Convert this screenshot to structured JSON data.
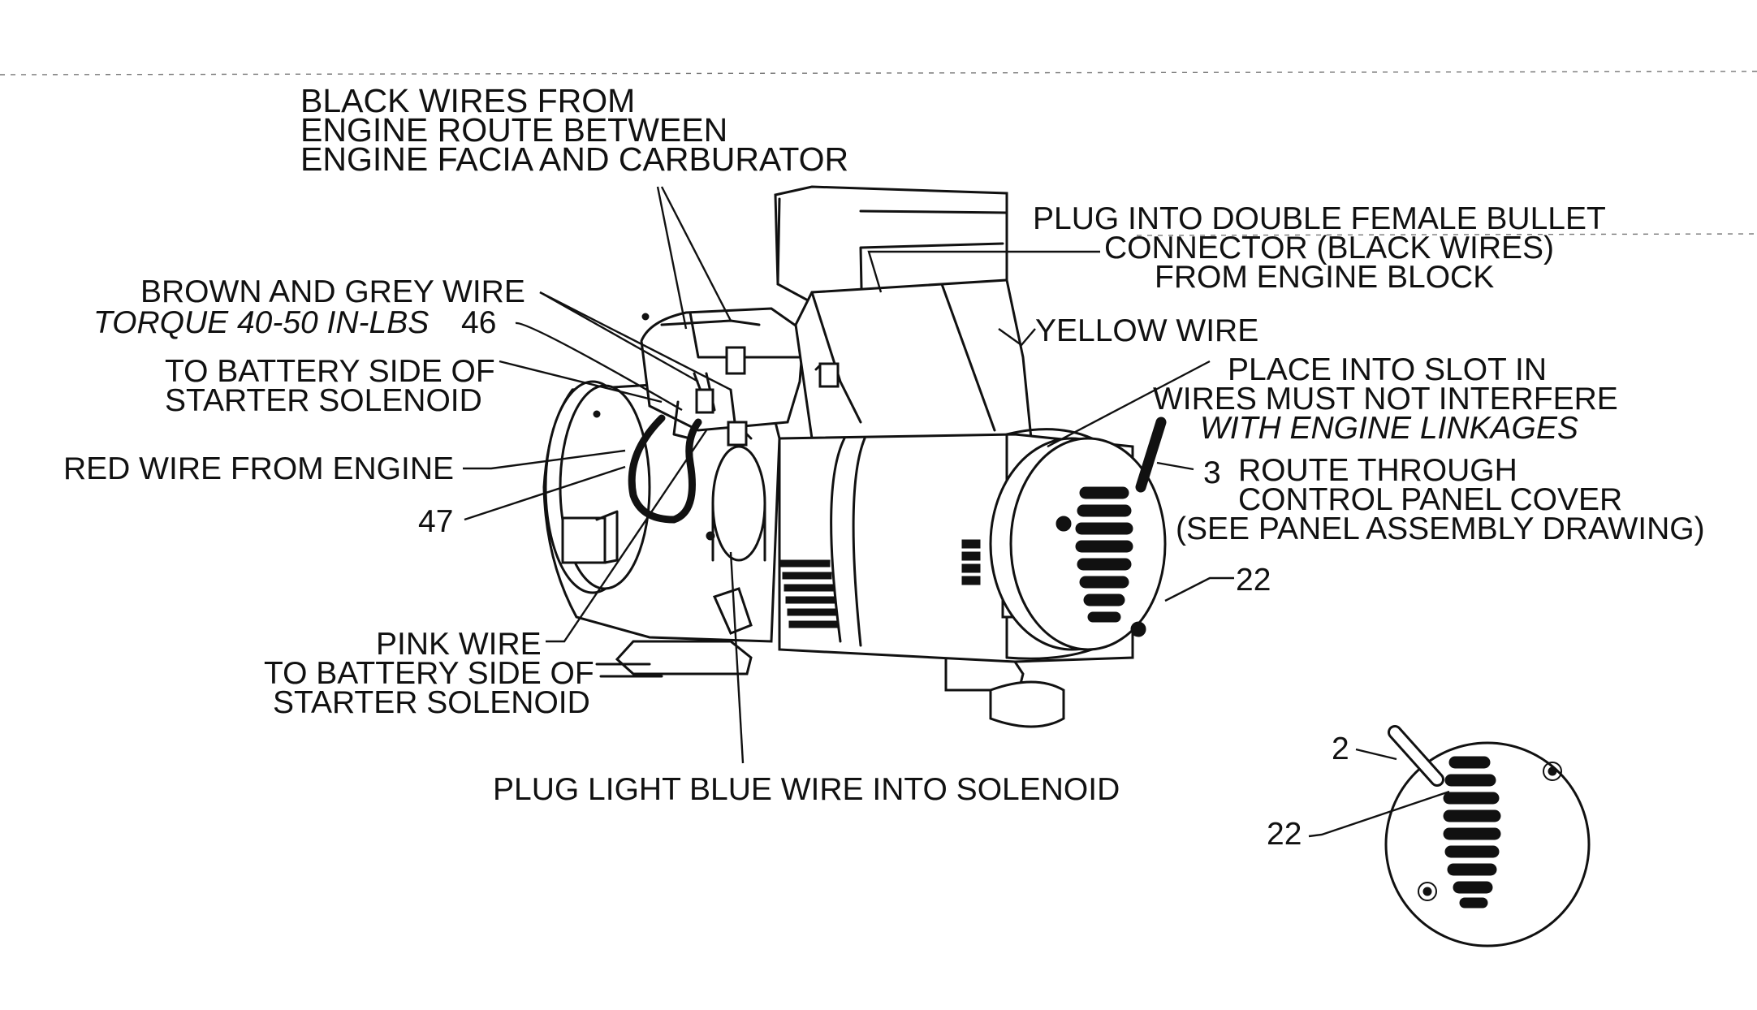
{
  "diagram": {
    "labels": {
      "black_wires_1": "BLACK WIRES FROM",
      "black_wires_2": "ENGINE ROUTE BETWEEN",
      "black_wires_3": "ENGINE FACIA AND CARBURATOR",
      "plug_double_1": "PLUG INTO DOUBLE FEMALE BULLET",
      "plug_double_2": "CONNECTOR (BLACK WIRES)",
      "plug_double_3": "FROM ENGINE BLOCK",
      "brown_grey": "BROWN AND GREY WIRE",
      "torque": "TORQUE 40-50 IN-LBS",
      "torque_ref": "46",
      "yellow_wire": "YELLOW WIRE",
      "battery_side_1": "TO BATTERY SIDE OF",
      "battery_side_2": "STARTER SOLENOID",
      "place_slot": "PLACE INTO SLOT IN",
      "wires_must_1": "WIRES MUST NOT INTERFERE",
      "wires_must_2": "WITH ENGINE LINKAGES",
      "red_wire": "RED WIRE FROM ENGINE",
      "ref_3": "3",
      "route_1": "ROUTE THROUGH",
      "route_2": "CONTROL PANEL COVER",
      "route_3": "(SEE PANEL ASSEMBLY DRAWING)",
      "ref_47": "47",
      "ref_22_main": "22",
      "pink_1": "PINK WIRE",
      "pink_2": "TO BATTERY SIDE OF",
      "pink_3": "STARTER SOLENOID",
      "light_blue": "PLUG LIGHT BLUE WIRE INTO SOLENOID",
      "ref_2": "2",
      "ref_22_detail": "22"
    }
  }
}
